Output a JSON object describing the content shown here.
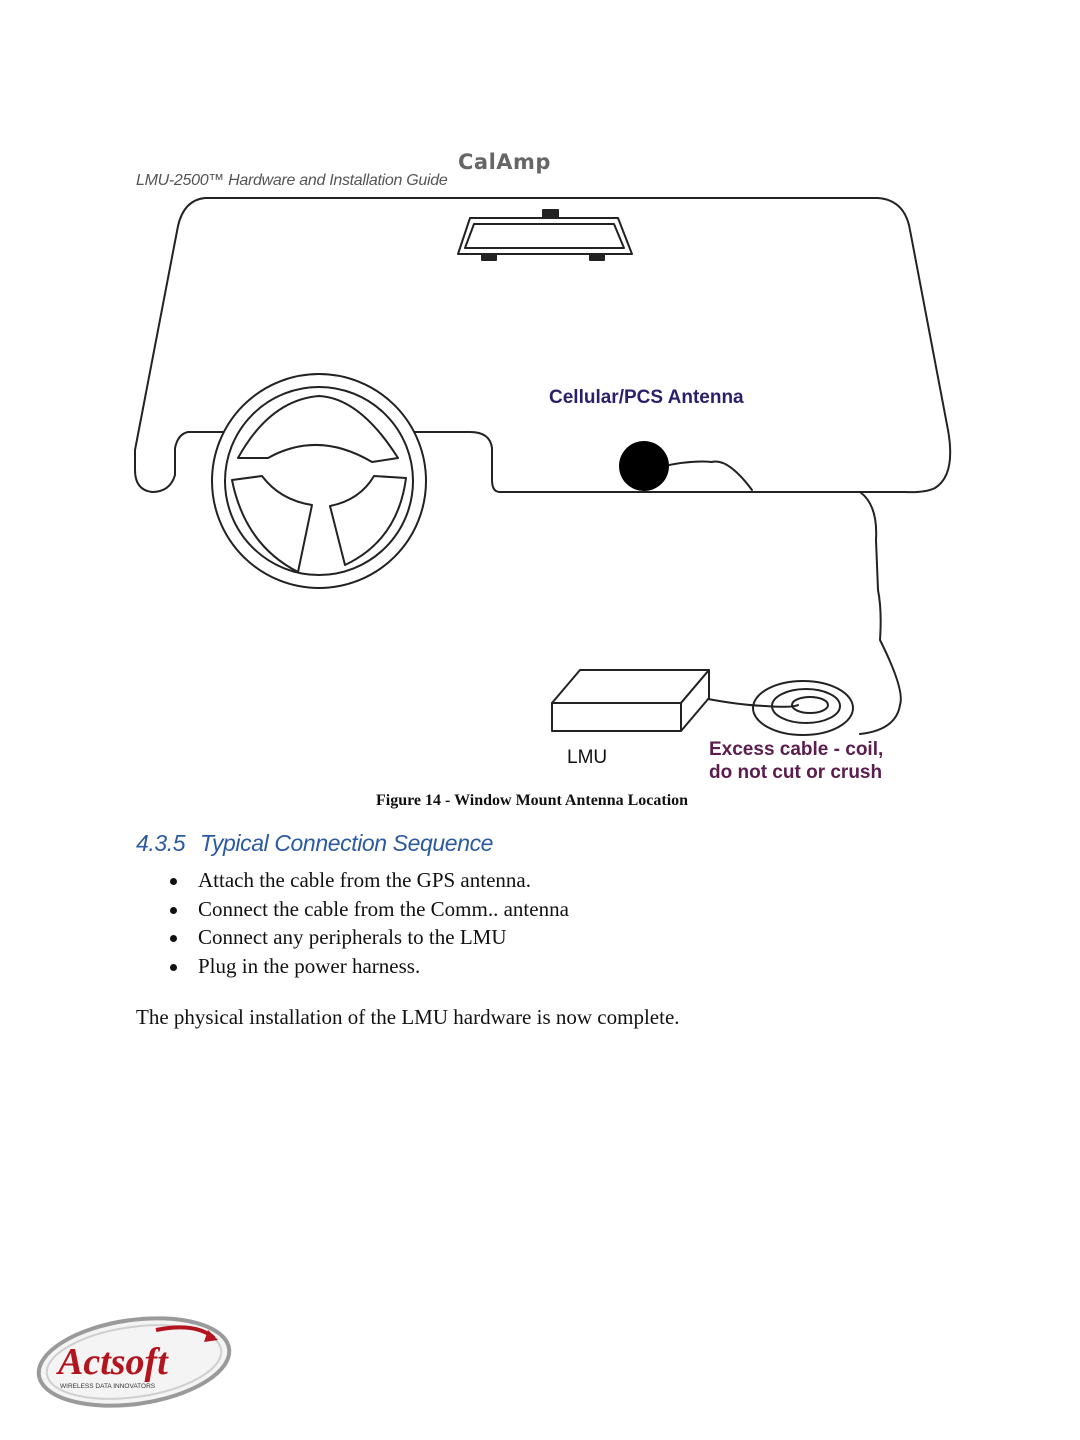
{
  "header": {
    "brand": "CalAmp",
    "title": "LMU-2500™ Hardware and Installation Guide"
  },
  "figure": {
    "labels": {
      "antenna": "Cellular/PCS Antenna",
      "lmu": "LMU",
      "excess_line1": "Excess cable - coil,",
      "excess_line2": "do not cut or crush"
    },
    "caption": "Figure 14 - Window Mount Antenna Location"
  },
  "section": {
    "number": "4.3.5",
    "title": "Typical Connection Sequence",
    "steps": [
      "Attach the cable from the GPS antenna.",
      "Connect the cable from the Comm.. antenna",
      "Connect any peripherals to the LMU",
      "Plug in the power harness."
    ],
    "closing": "The physical installation of the LMU hardware is now complete."
  },
  "footer_logo": {
    "name": "Actsoft",
    "tagline": "WIRELESS DATA INNOVATORS",
    "colors": {
      "text": "#b3141e",
      "ring": "#9a9a9a"
    }
  },
  "colors": {
    "heading": "#2b5aa0",
    "antenna_label": "#2b1f6b",
    "excess_label": "#5a1d4d"
  }
}
